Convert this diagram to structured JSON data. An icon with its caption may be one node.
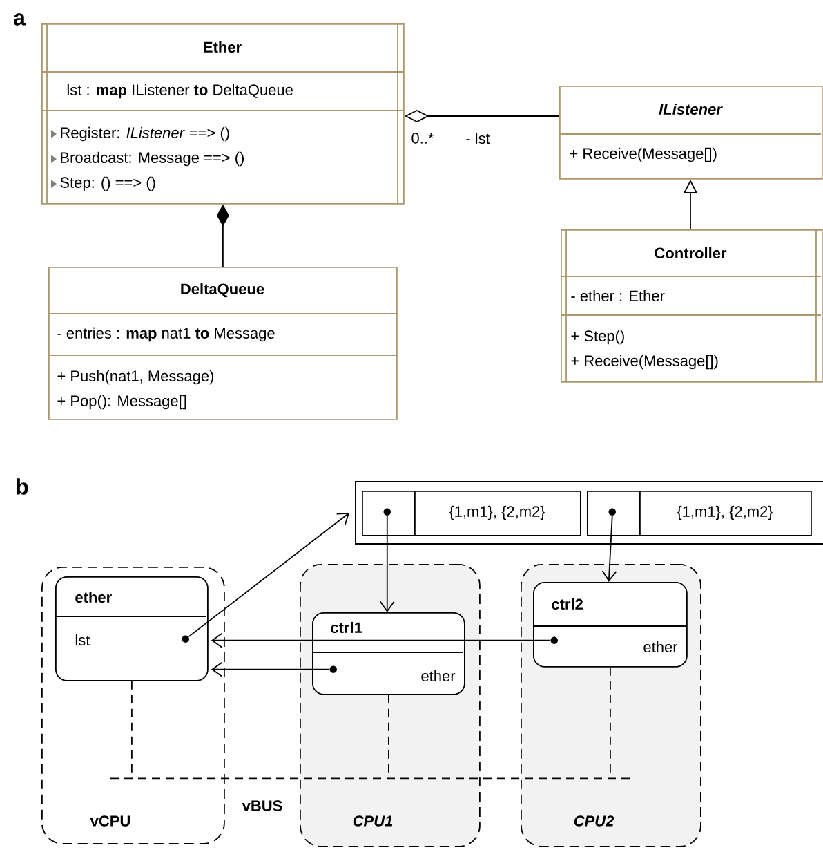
{
  "diagram": {
    "nodes": [
      {
        "text": [
          "Ether",
          "lst : **map** IListener **to** DeltaQueue",
          "Register: *IListener* ==> ()",
          "Broadcast: Message ==> ()",
          "Step: () ==> ()"
        ]
      },
      {
        "text": [
          "IListener",
          "+ Receive(Message[])"
        ]
      },
      {
        "text": [
          "Controller",
          "- ether : Ether",
          "+ Step()",
          "+ Receive(Message[])"
        ]
      },
      {
        "text": [
          "DeltaQueue",
          "- entries : **map** nat1 **to** Message",
          "+ Push(nat1, Message)",
          "+ Pop(): Message[]"
        ]
      },
      {
        "text": [],
        "shape": "box"
      },
      {
        "text": [],
        "shape": "box",
        "in": 4
      },
      {
        "text": [
          "{1,m1}, {2,m2}"
        ],
        "in": 4
      },
      {
        "text": [],
        "shape": "box",
        "in": 4
      },
      {
        "text": [
          "{1,m1}, {2,m2}"
        ],
        "in": 4
      },
      {
        "text": [
          "vCPU"
        ]
      },
      {
        "text": [
          "ether",
          "lst"
        ],
        "in": 9
      },
      {
        "text": [
          "CPU1"
        ]
      },
      {
        "text": [
          "ctrl1",
          "ether"
        ],
        "in": 11
      },
      {
        "text": [
          "CPU2"
        ]
      },
      {
        "text": [
          "ctrl2",
          "ether"
        ],
        "in": 13
      },
      {
        "text": [],
        "shape": "circle",
        "in": 10
      },
      {
        "text": [],
        "shape": "circle",
        "in": 5
      },
      {
        "text": [],
        "shape": "circle",
        "in": 7
      },
      {
        "text": [],
        "shape": "circle",
        "in": 14
      },
      {
        "text": [],
        "shape": "circle",
        "in": 12
      },
      {
        "text": [],
        "shape": "bar"
      }
    ],
    "edges": [
      {
        "from": 0,
        "to": 3,
        "arrow": "other"
      },
      {
        "from": 0,
        "to": 1,
        "arrow": "other"
      },
      {
        "from": 2,
        "to": 1,
        "arrow": "to"
      },
      {
        "from": 15,
        "to": 4,
        "arrow": "to"
      },
      {
        "from": 16,
        "to": 12,
        "arrow": "to"
      },
      {
        "from": 17,
        "to": 14,
        "arrow": "to"
      },
      {
        "from": 18,
        "to": 10,
        "arrow": "to"
      },
      {
        "from": 19,
        "to": 10,
        "arrow": "to"
      },
      {
        "from": 10,
        "to": 20,
        "arrow": "none",
        "style": "dashed"
      },
      {
        "from": 12,
        "to": 20,
        "arrow": "none",
        "style": "dashed"
      },
      {
        "from": 14,
        "to": 20,
        "arrow": "none",
        "style": "dashed"
      }
    ],
    "labels": [
      "a",
      "0..*",
      "- lst",
      "b",
      "vBUS"
    ]
  }
}
